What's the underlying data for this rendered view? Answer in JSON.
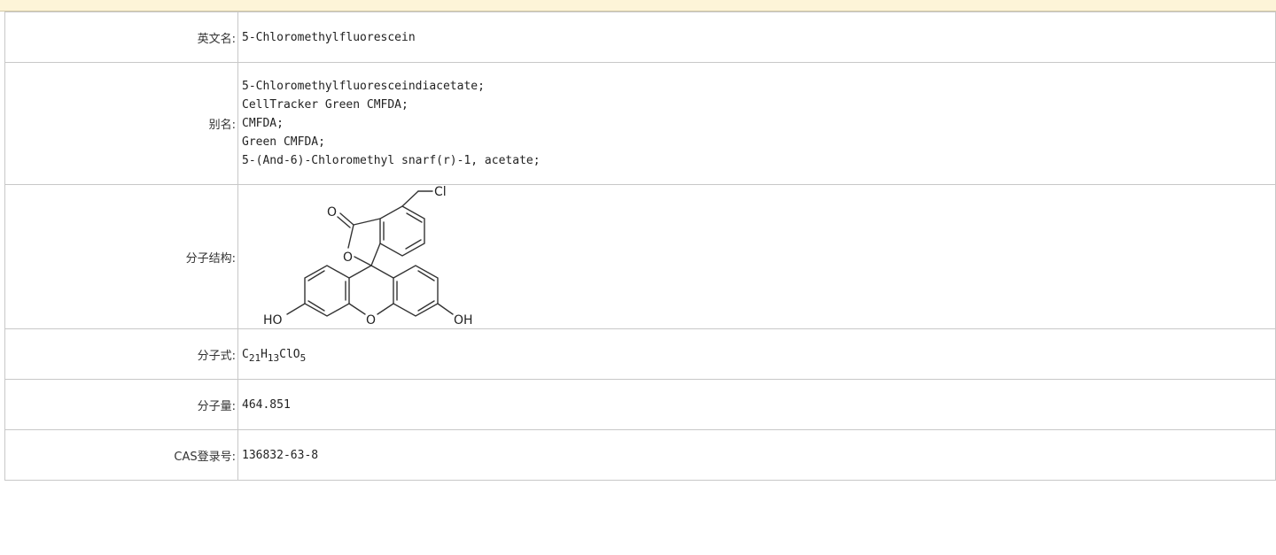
{
  "rows": {
    "english_name": {
      "label": "英文名:",
      "value": "5-Chloromethylfluorescein"
    },
    "synonyms": {
      "label": "别名:",
      "items": [
        "5-Chloromethylfluoresceindiacetate;",
        "CellTracker Green CMFDA;",
        "CMFDA;",
        "Green CMFDA;",
        "5-(And-6)-Chloromethyl snarf(r)-1, acetate;"
      ]
    },
    "structure": {
      "label": "分子结构:",
      "atoms": {
        "cl": "Cl",
        "o_carbonyl": "O",
        "o_ring": "O",
        "o_bridge": "O",
        "oh_left": "HO",
        "oh_right": "OH"
      }
    },
    "formula": {
      "label": "分子式:",
      "parts": [
        "C",
        "21",
        "H",
        "13",
        "ClO",
        "5"
      ]
    },
    "molecular_weight": {
      "label": "分子量:",
      "value": "464.851"
    },
    "cas": {
      "label": "CAS登录号:",
      "value": "136832-63-8"
    }
  },
  "colors": {
    "top_band": "#fdf4d8",
    "border": "#c8c8c8"
  }
}
